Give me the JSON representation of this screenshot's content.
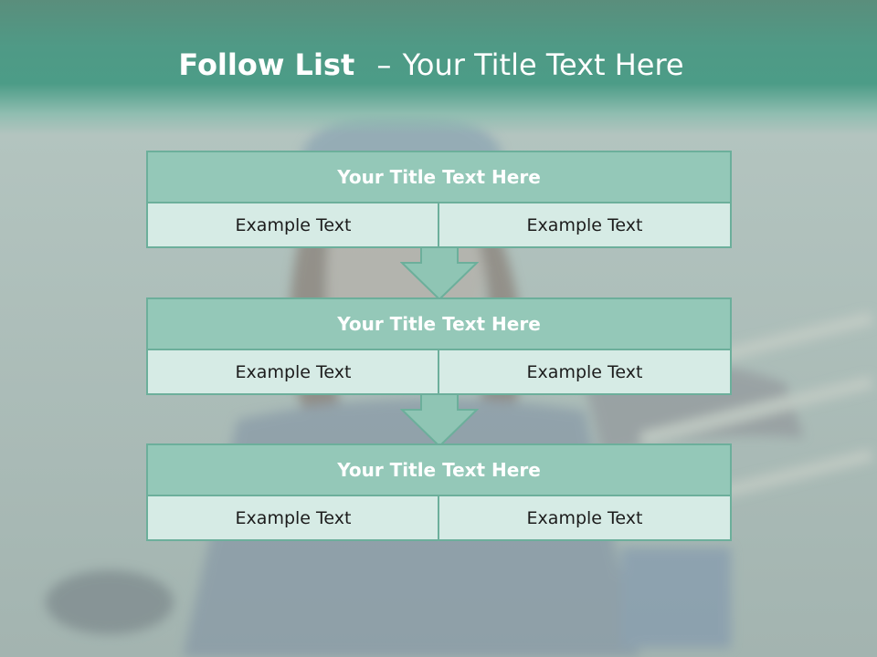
{
  "slide": {
    "title_bold": "Follow List",
    "title_separator": "–",
    "title_rest": "Your Title Text Here"
  },
  "blocks": [
    {
      "title": "Your Title Text Here",
      "left": "Example Text",
      "right": "Example Text"
    },
    {
      "title": "Your Title Text Here",
      "left": "Example Text",
      "right": "Example Text"
    },
    {
      "title": "Your Title Text Here",
      "left": "Example Text",
      "right": "Example Text"
    }
  ],
  "colors": {
    "header_teal": "#4c9c87",
    "title_fill": "#94c8b8",
    "cell_fill": "#d6ebe5",
    "border": "#6caf9b",
    "arrow_fill": "#8fc5b4"
  },
  "icons": [
    "down-arrow-icon",
    "down-arrow-icon"
  ],
  "background_image": "photo of woman in knit beanie and plaid shirt, faded teal tint"
}
